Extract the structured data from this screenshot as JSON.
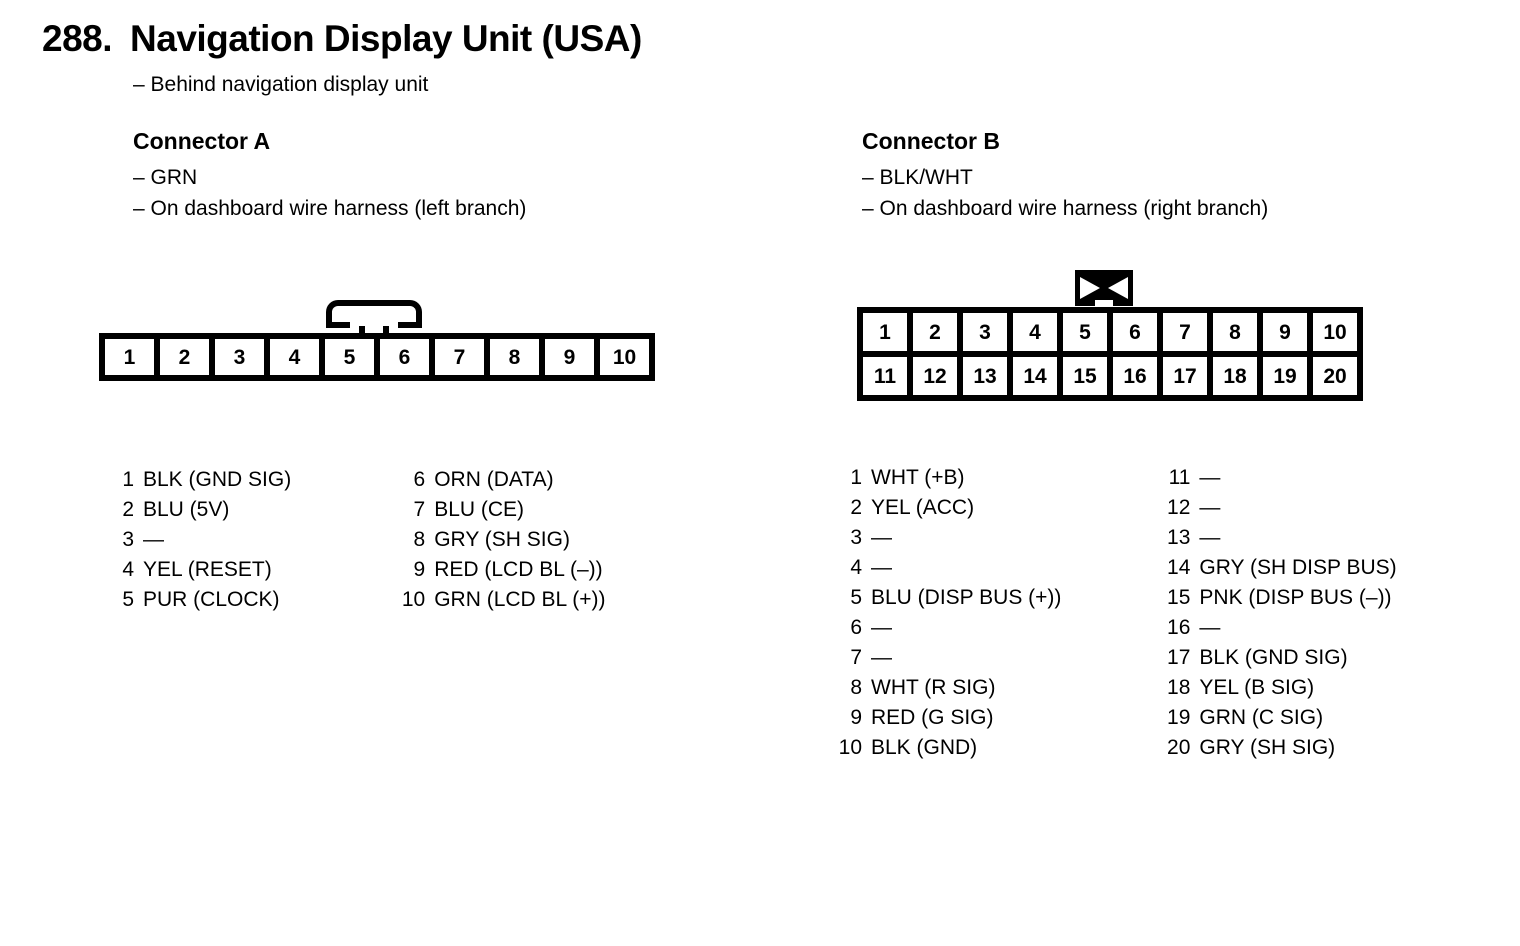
{
  "document": {
    "section_number": "288.",
    "title": "Navigation Display Unit (USA)",
    "subtitle": "– Behind navigation display unit"
  },
  "connector_a": {
    "title": "Connector A",
    "notes": [
      "– GRN",
      "– On dashboard wire harness (left branch)"
    ],
    "diagram": {
      "latch": "t-tab-latch",
      "rows": [
        [
          "1",
          "2",
          "3",
          "4",
          "5",
          "6",
          "7",
          "8",
          "9",
          "10"
        ]
      ]
    },
    "pins_left": [
      {
        "no": "1",
        "label": "BLK (GND SIG)"
      },
      {
        "no": "2",
        "label": "BLU (5V)"
      },
      {
        "no": "3",
        "label": "—"
      },
      {
        "no": "4",
        "label": "YEL (RESET)"
      },
      {
        "no": "5",
        "label": "PUR (CLOCK)"
      }
    ],
    "pins_right": [
      {
        "no": "6",
        "label": "ORN (DATA)"
      },
      {
        "no": "7",
        "label": "BLU (CE)"
      },
      {
        "no": "8",
        "label": "GRY (SH SIG)"
      },
      {
        "no": "9",
        "label": "RED (LCD BL (–))"
      },
      {
        "no": "10",
        "label": "GRN (LCD BL (+))"
      }
    ]
  },
  "connector_b": {
    "title": "Connector B",
    "notes": [
      "– BLK/WHT",
      "– On dashboard wire harness (right branch)"
    ],
    "diagram": {
      "latch": "bowtie-latch",
      "rows": [
        [
          "1",
          "2",
          "3",
          "4",
          "5",
          "6",
          "7",
          "8",
          "9",
          "10"
        ],
        [
          "11",
          "12",
          "13",
          "14",
          "15",
          "16",
          "17",
          "18",
          "19",
          "20"
        ]
      ]
    },
    "pins_left": [
      {
        "no": "1",
        "label": "WHT (+B)"
      },
      {
        "no": "2",
        "label": "YEL (ACC)"
      },
      {
        "no": "3",
        "label": "—"
      },
      {
        "no": "4",
        "label": "—"
      },
      {
        "no": "5",
        "label": "BLU (DISP BUS (+))"
      },
      {
        "no": "6",
        "label": "—"
      },
      {
        "no": "7",
        "label": "—"
      },
      {
        "no": "8",
        "label": "WHT (R SIG)"
      },
      {
        "no": "9",
        "label": "RED (G SIG)"
      },
      {
        "no": "10",
        "label": "BLK (GND)"
      }
    ],
    "pins_right": [
      {
        "no": "11",
        "label": "—"
      },
      {
        "no": "12",
        "label": "—"
      },
      {
        "no": "13",
        "label": "—"
      },
      {
        "no": "14",
        "label": "GRY (SH DISP BUS)"
      },
      {
        "no": "15",
        "label": "PNK (DISP BUS (–))"
      },
      {
        "no": "16",
        "label": "—"
      },
      {
        "no": "17",
        "label": "BLK (GND SIG)"
      },
      {
        "no": "18",
        "label": "YEL (B SIG)"
      },
      {
        "no": "19",
        "label": "GRN (C SIG)"
      },
      {
        "no": "20",
        "label": "GRY (SH SIG)"
      }
    ]
  },
  "colors": {
    "ink": "#000000",
    "paper": "#ffffff"
  }
}
